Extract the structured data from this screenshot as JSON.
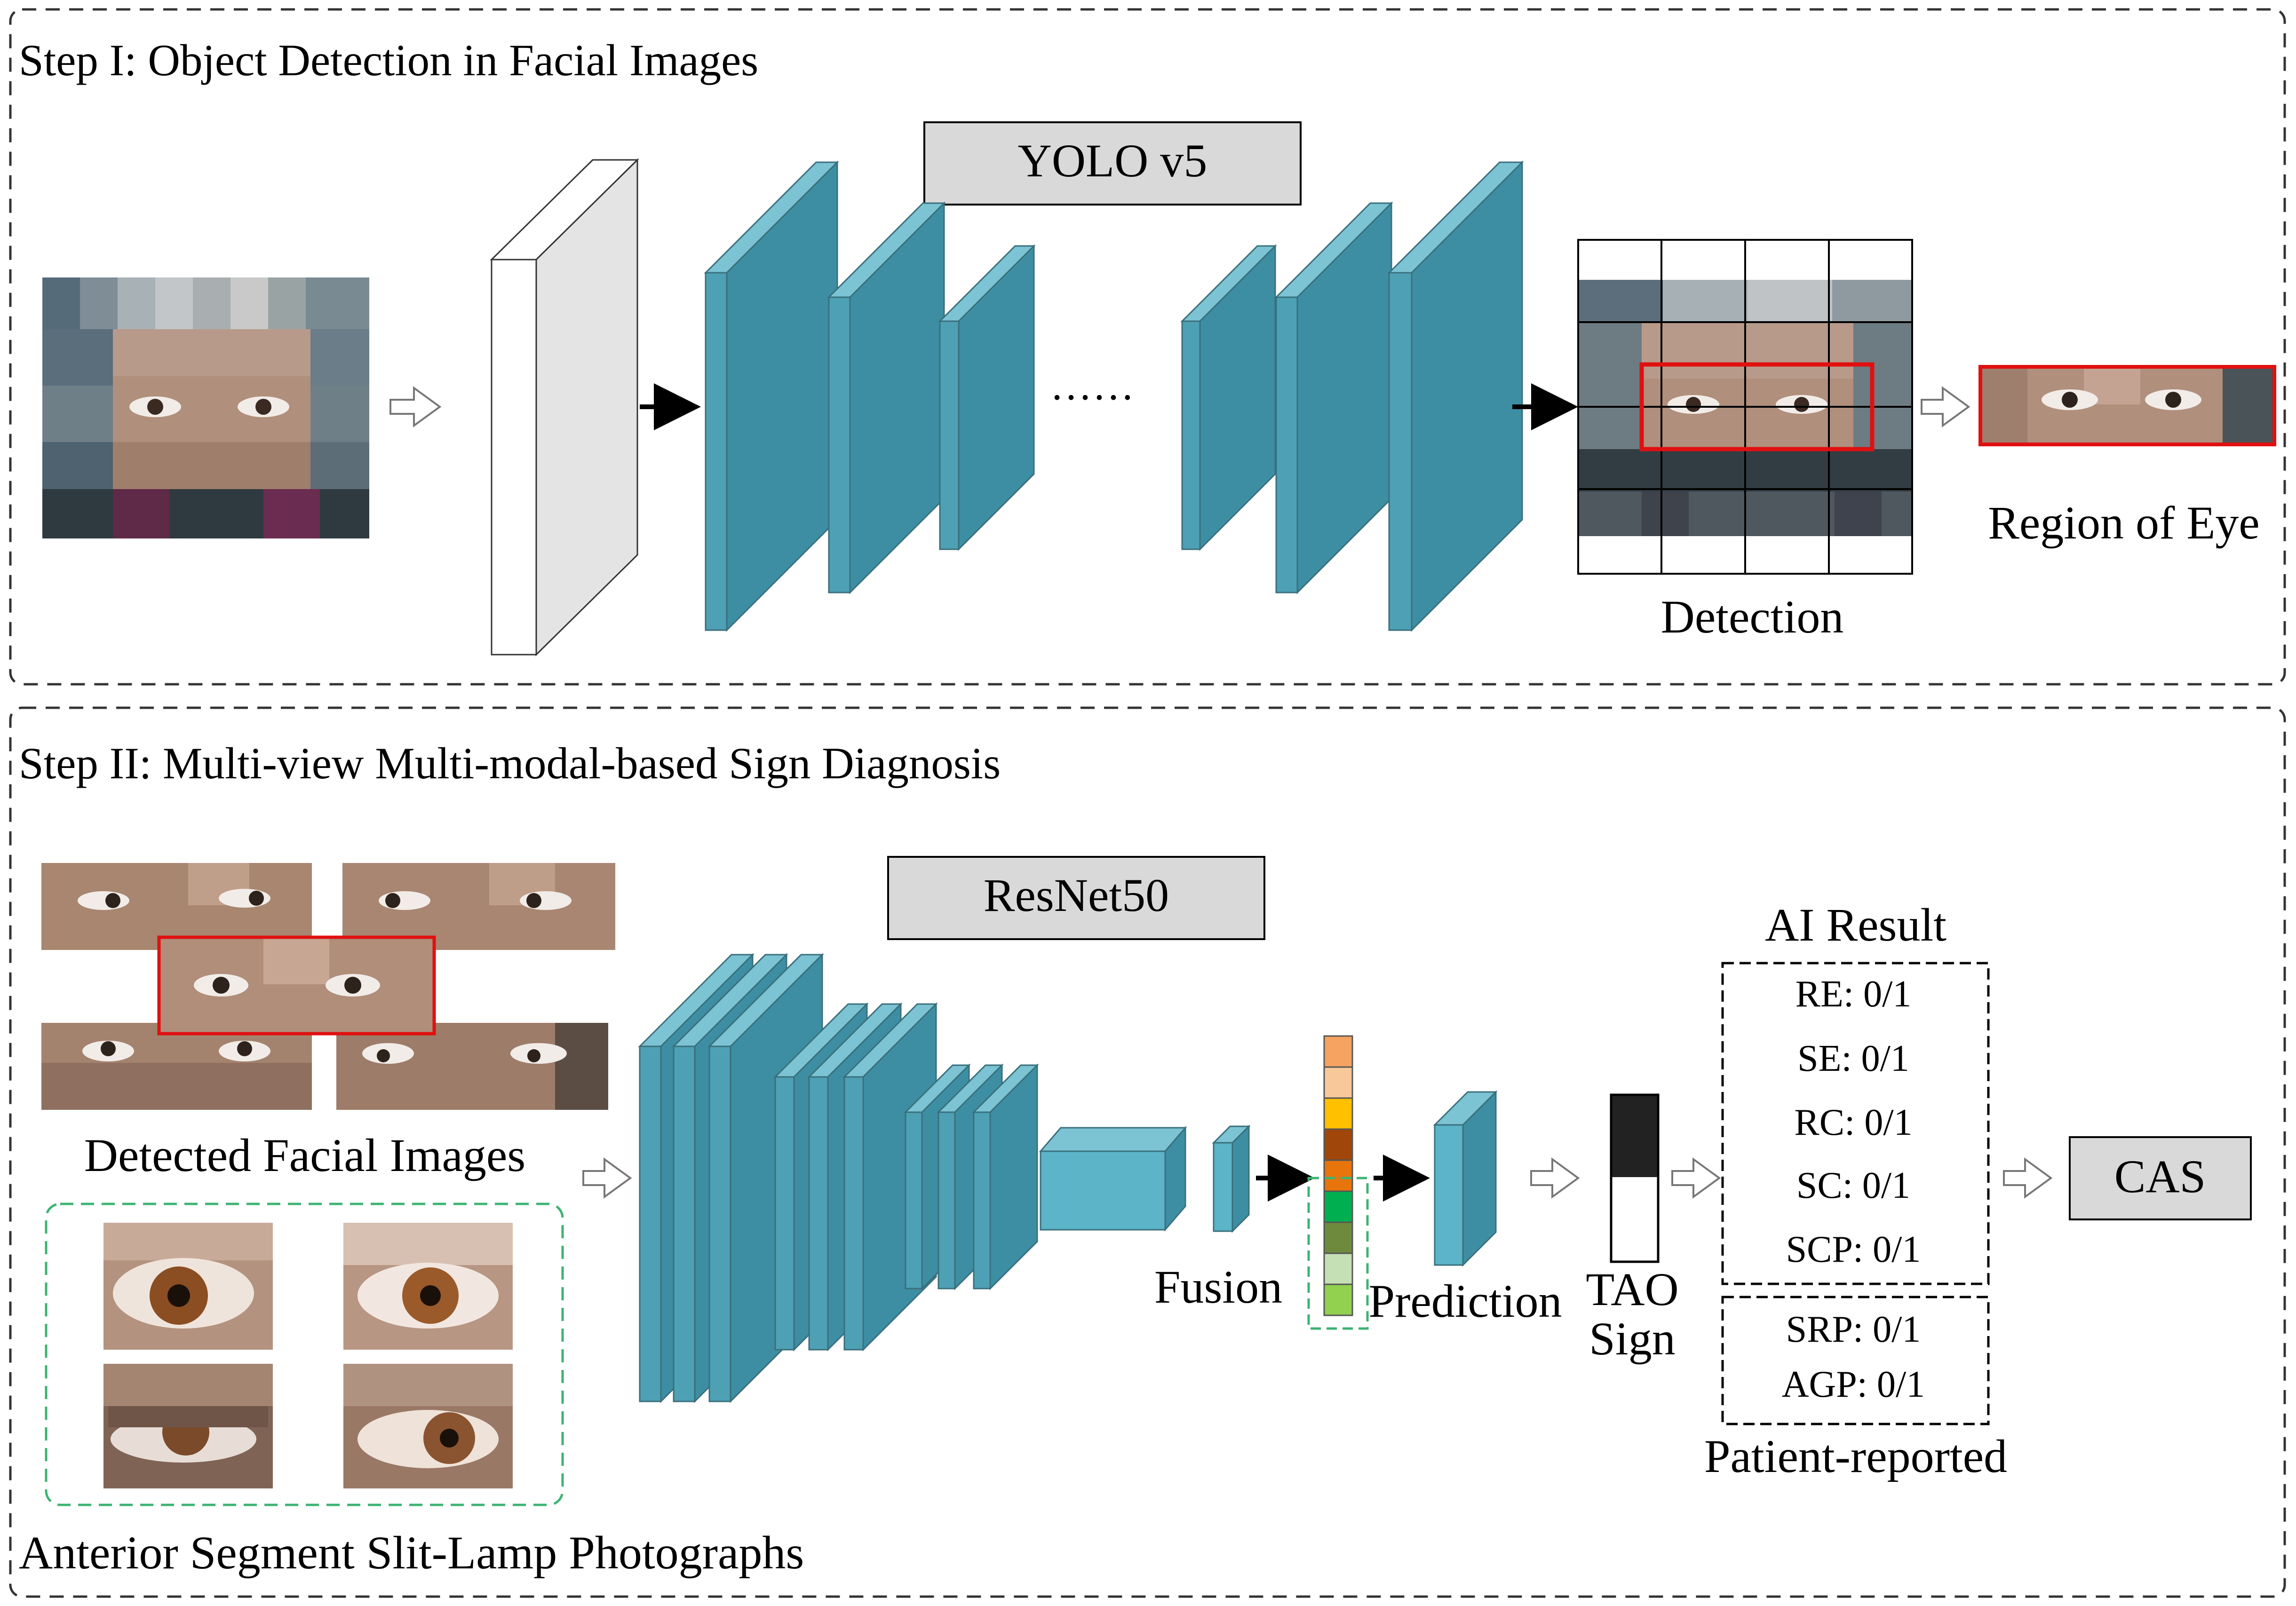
{
  "step1": {
    "title": "Step I: Object Detection in Facial Images",
    "model_label": "YOLO v5",
    "ellipsis": "······",
    "detection_label": "Detection",
    "eye_region_label": "Region of Eye"
  },
  "step2": {
    "title": "Step II: Multi-view Multi-modal-based Sign Diagnosis",
    "model_label": "ResNet50",
    "detected_label": "Detected Facial Images",
    "slitlamp_label": "Anterior Segment Slit-Lamp Photographs",
    "fusion_label": "Fusion",
    "prediction_label": "Prediction",
    "tao_label_1": "TAO",
    "tao_label_2": "Sign",
    "ai_result_title": "AI Result",
    "ai_results": [
      "RE: 0/1",
      "SE: 0/1",
      "RC: 0/1",
      "SC: 0/1",
      "SCP: 0/1"
    ],
    "patient_results": [
      "SRP: 0/1",
      "AGP: 0/1"
    ],
    "patient_reported_label": "Patient-reported",
    "cas_label": "CAS"
  },
  "colors": {
    "layer_front": "#4ea0b5",
    "layer_side": "#3d8ea3",
    "layer_top": "#7cc3d3",
    "highlight_red": "#e01010",
    "dashed_green": "#3cb371",
    "label_box": "#d9d9d9"
  },
  "feature_vector_colors": [
    "#f4a460",
    "#f8c89a",
    "#ffc000",
    "#a0460a",
    "#e8740c",
    "#00b050",
    "#6e8b3d",
    "#c5e0b4",
    "#92d050"
  ]
}
